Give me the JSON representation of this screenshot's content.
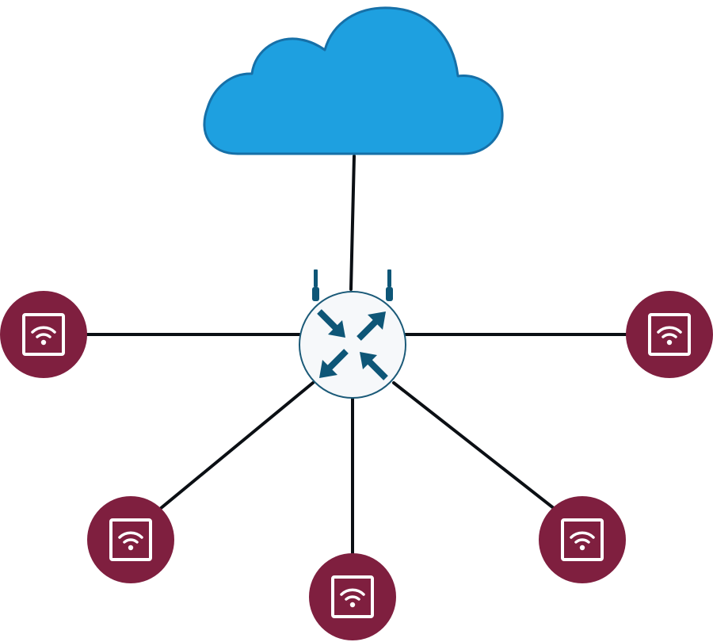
{
  "diagram": {
    "type": "star-network",
    "colors": {
      "cloud_fill": "#1ea0e0",
      "cloud_stroke": "#1670a8",
      "link": "#0b0f14",
      "router_fill": "#f6f8fa",
      "router_stroke": "#1b5a78",
      "router_arrows": "#0e5677",
      "access_point_fill": "#7f1f3f",
      "access_point_icon": "#ffffff"
    },
    "nodes": [
      {
        "id": "cloud",
        "kind": "cloud",
        "icon": "cloud-icon"
      },
      {
        "id": "router",
        "kind": "router",
        "icon": "router-icon"
      },
      {
        "id": "ap-left",
        "kind": "wireless-access-point",
        "icon": "wifi-icon"
      },
      {
        "id": "ap-right",
        "kind": "wireless-access-point",
        "icon": "wifi-icon"
      },
      {
        "id": "ap-bottom-left",
        "kind": "wireless-access-point",
        "icon": "wifi-icon"
      },
      {
        "id": "ap-bottom-center",
        "kind": "wireless-access-point",
        "icon": "wifi-icon"
      },
      {
        "id": "ap-bottom-right",
        "kind": "wireless-access-point",
        "icon": "wifi-icon"
      }
    ],
    "edges": [
      {
        "from": "router",
        "to": "cloud"
      },
      {
        "from": "router",
        "to": "ap-left"
      },
      {
        "from": "router",
        "to": "ap-right"
      },
      {
        "from": "router",
        "to": "ap-bottom-left"
      },
      {
        "from": "router",
        "to": "ap-bottom-center"
      },
      {
        "from": "router",
        "to": "ap-bottom-right"
      }
    ]
  }
}
